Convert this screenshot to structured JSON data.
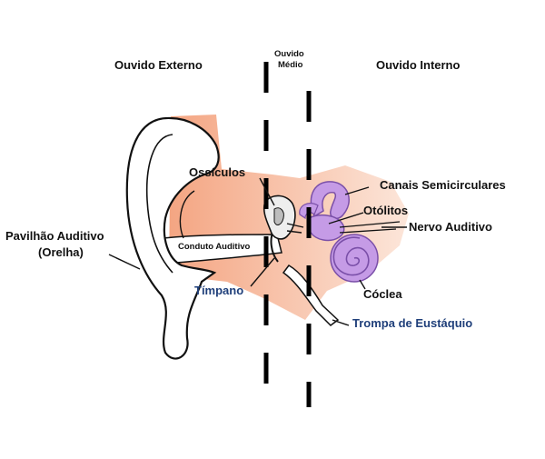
{
  "sections": {
    "outer": "Ouvido Externo",
    "middle_line1": "Ouvido",
    "middle_line2": "Médio",
    "inner": "Ouvido Interno"
  },
  "labels": {
    "pinna_line1": "Pavilhão Auditivo",
    "pinna_line2": "(Orelha)",
    "ossicles": "Ossículos",
    "ear_canal": "Conduto Auditivo",
    "eardrum": "Tímpano",
    "semicircular_canals": "Canais Semicirculares",
    "otoliths": "Otólitos",
    "auditory_nerve": "Nervo Auditivo",
    "cochlea": "Cóclea",
    "eustachian_tube": "Trompa de Eustáquio"
  },
  "colors": {
    "skin": "#f4a582",
    "skin_light": "#fbd3bf",
    "inner_ear": "#c59be6",
    "inner_ear_stroke": "#7a4fa8",
    "label_blue": "#1f3f7a"
  }
}
